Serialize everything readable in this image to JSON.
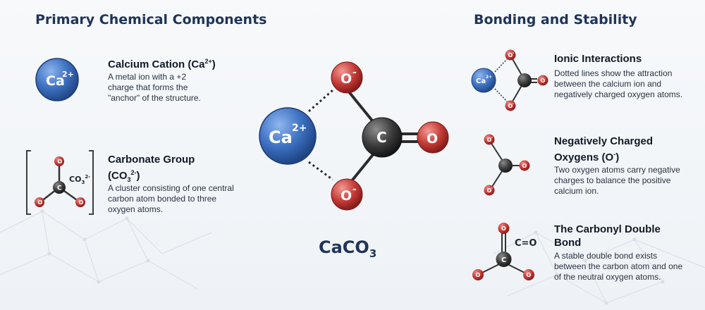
{
  "left_section": {
    "heading": "Primary Chemical Components",
    "calcium": {
      "title": "Calcium Cation (Ca",
      "title_sup": "2+",
      "title_close": ")",
      "description": "A metal ion with a +2 charge that forms the \"anchor\" of the structure.",
      "icon_text": "Ca",
      "icon_sup": "2+"
    },
    "carbonate": {
      "title": "Carbonate Group",
      "title_line2": "(CO",
      "title_sub": "3",
      "title_sup": "2-",
      "title_close": ")",
      "description": "A cluster consisting of one central carbon atom bonded to three oxygen atoms.",
      "icon_label": "CO",
      "icon_label_sub": "3",
      "icon_label_sup": "2-"
    }
  },
  "center": {
    "ca_label": "Ca",
    "ca_sup": "2+",
    "oxygen_top": "O",
    "oxygen_top_charge": "-",
    "oxygen_bottom": "O",
    "oxygen_bottom_charge": "-",
    "carbon": "C",
    "oxygen_right": "O",
    "formula_main": "CaCO",
    "formula_sub": "3"
  },
  "right_section": {
    "heading": "Bonding and Stability",
    "ionic": {
      "title": "Ionic Interactions",
      "description": "Dotted lines show the attraction between the calcium ion and negatively charged oxygen atoms."
    },
    "negative_oxygens": {
      "title_line1": "Negatively Charged",
      "title_line2": "Oxygens (O",
      "title_sup": "-",
      "title_close": ")",
      "description": "Two oxygen atoms carry negative charges to balance the positive calcium ion."
    },
    "carbonyl": {
      "title_line1": "The Carbonyl Double",
      "title_line2": "Bond",
      "description": "A stable double bond exists between the carbon atom and one of the neutral oxygen atoms.",
      "icon_label": "C=O"
    }
  },
  "atom_labels": {
    "oxygen": "O",
    "oxygen_minus": "-",
    "carbon": "C",
    "calcium": "Ca",
    "calcium_sup": "2+"
  },
  "colors": {
    "heading": "#1f3457",
    "calcium": "#3f73c4",
    "oxygen": "#c43a36",
    "carbon": "#3c3c3c"
  }
}
